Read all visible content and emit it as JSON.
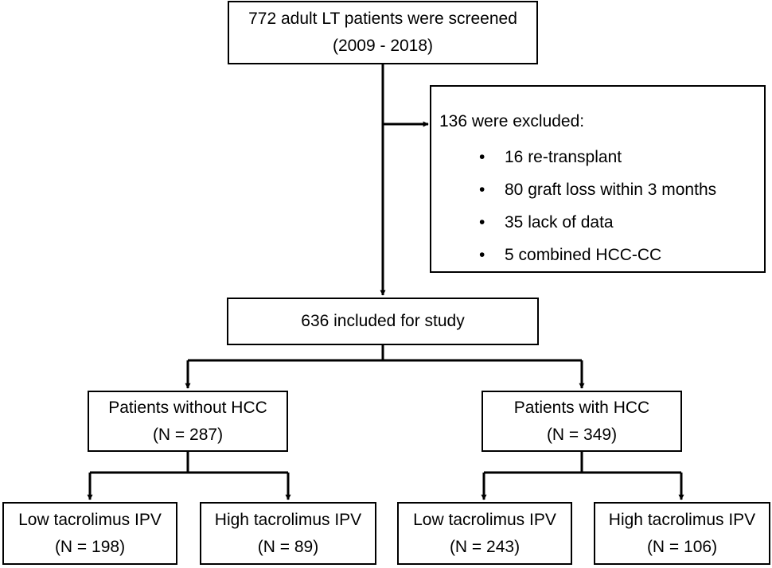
{
  "screened": {
    "line1": "772 adult LT patients were screened",
    "line2": "(2009 - 2018)"
  },
  "excluded": {
    "title": "136 were excluded:",
    "items": [
      "16 re-transplant",
      "80 graft loss within 3 months",
      "35 lack of data",
      "5 combined HCC-CC"
    ]
  },
  "included": {
    "label": "636 included for study"
  },
  "without_hcc": {
    "line1": "Patients without HCC",
    "line2": "(N = 287)",
    "low": {
      "line1": "Low tacrolimus IPV",
      "line2": "(N = 198)"
    },
    "high": {
      "line1": "High tacrolimus IPV",
      "line2": "(N = 89)"
    }
  },
  "with_hcc": {
    "line1": "Patients with HCC",
    "line2": "(N = 349)",
    "low": {
      "line1": "Low tacrolimus IPV",
      "line2": "(N = 243)"
    },
    "high": {
      "line1": "High tacrolimus IPV",
      "line2": "(N = 106)"
    }
  }
}
